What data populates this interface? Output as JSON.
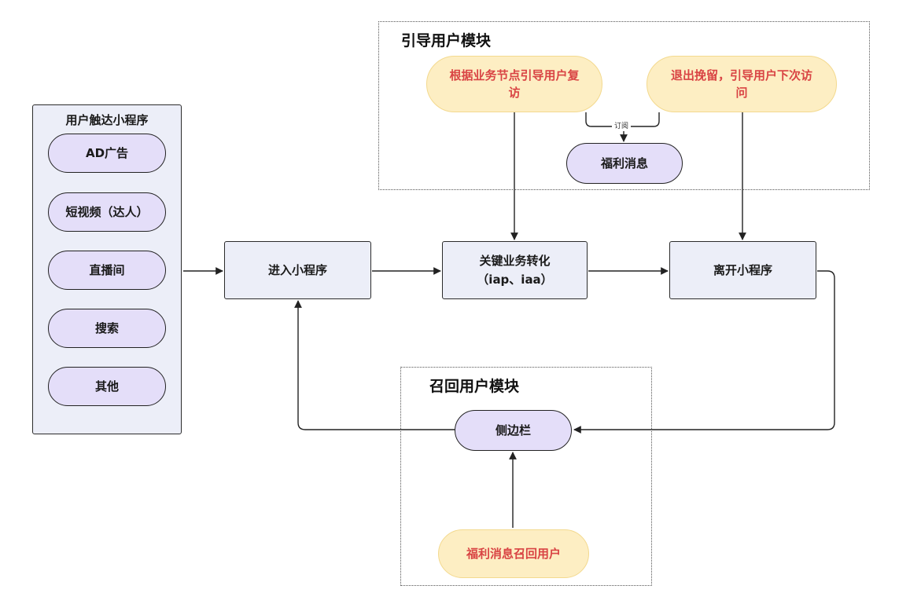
{
  "channels": {
    "title": "用户触达小程序",
    "items": [
      "AD广告",
      "短视频（达人）",
      "直播间",
      "搜索",
      "其他"
    ]
  },
  "guide_module": {
    "title": "引导用户模块",
    "business_node": "根据业务节点引导用户复访",
    "exit_retention": "退出挽留，引导用户下次访问",
    "subscribe_label": "订阅",
    "welfare_message": "福利消息"
  },
  "flow": {
    "enter": "进入小程序",
    "conversion_line1": "关键业务转化",
    "conversion_line2": "（iap、iaa）",
    "leave": "离开小程序"
  },
  "recall_module": {
    "title": "召回用户模块",
    "sidebar": "侧边栏",
    "welfare_recall": "福利消息召回用户"
  },
  "colors": {
    "panel_bg": "#eceef8",
    "pill_purple": "#e4def9",
    "pill_yellow": "#fdeec3",
    "yellow_text": "#d94444"
  }
}
